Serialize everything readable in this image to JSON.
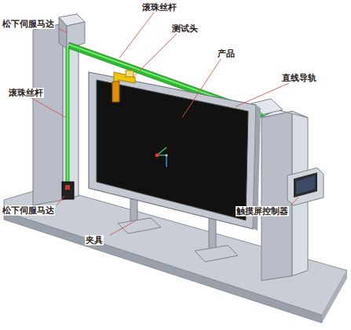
{
  "diagram": {
    "labels": [
      "松下伺服马达",
      "滚珠丝杆",
      "测试头",
      "产品",
      "滚珠丝杆",
      "直线导轨",
      "松下伺服马达",
      "触摸屏控制器",
      "夹具"
    ]
  }
}
